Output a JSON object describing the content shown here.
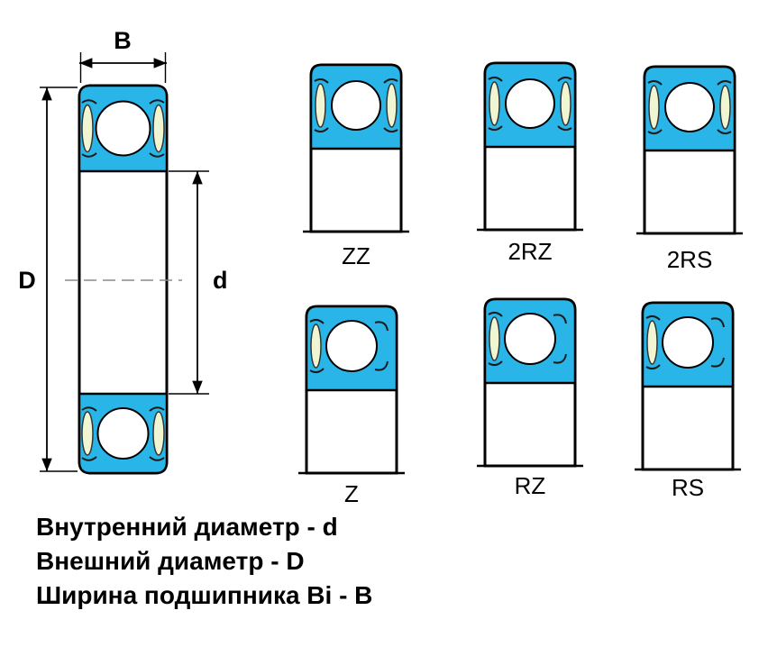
{
  "diagram": {
    "colors": {
      "ring_fill": "#2ab5e8",
      "seal_fill": "#f0f5d2",
      "outline": "#000000"
    },
    "main_view": {
      "width_label": "B",
      "outer_diameter_label": "D",
      "inner_diameter_label": "d"
    },
    "variants": {
      "row1": [
        {
          "id": "zz",
          "label": "ZZ"
        },
        {
          "id": "2rz",
          "label": "2RZ"
        },
        {
          "id": "2rs",
          "label": "2RS"
        }
      ],
      "row2": [
        {
          "id": "z",
          "label": "Z"
        },
        {
          "id": "rz",
          "label": "RZ"
        },
        {
          "id": "rs",
          "label": "RS"
        }
      ]
    },
    "legend": {
      "line1": "Внутренний диаметр - d",
      "line2": "Внешний диаметр - D",
      "line3": "Ширина подшипника Bi - B"
    }
  }
}
